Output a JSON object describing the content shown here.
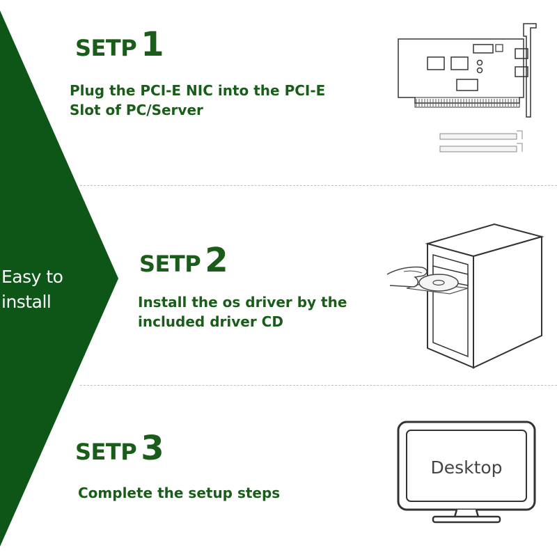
{
  "side_label": "Easy to install",
  "steps": [
    {
      "title_word": "SETP",
      "title_num": "1",
      "desc_line1": "Plug the PCI-E NIC into the PCI-E",
      "desc_line2": "Slot of PC/Server",
      "illustration": "pci-card-icon"
    },
    {
      "title_word": "SETP",
      "title_num": "2",
      "desc_line1": "Install the os driver by the",
      "desc_line2": "included driver CD",
      "illustration": "pc-tower-cd-icon"
    },
    {
      "title_word": "SETP",
      "title_num": "3",
      "desc_line1": "Complete the setup steps",
      "illustration": "monitor-icon",
      "screen_text": "Desktop"
    }
  ],
  "colors": {
    "brand_green": "#0e5518",
    "text_green": "#1a5c1a"
  }
}
